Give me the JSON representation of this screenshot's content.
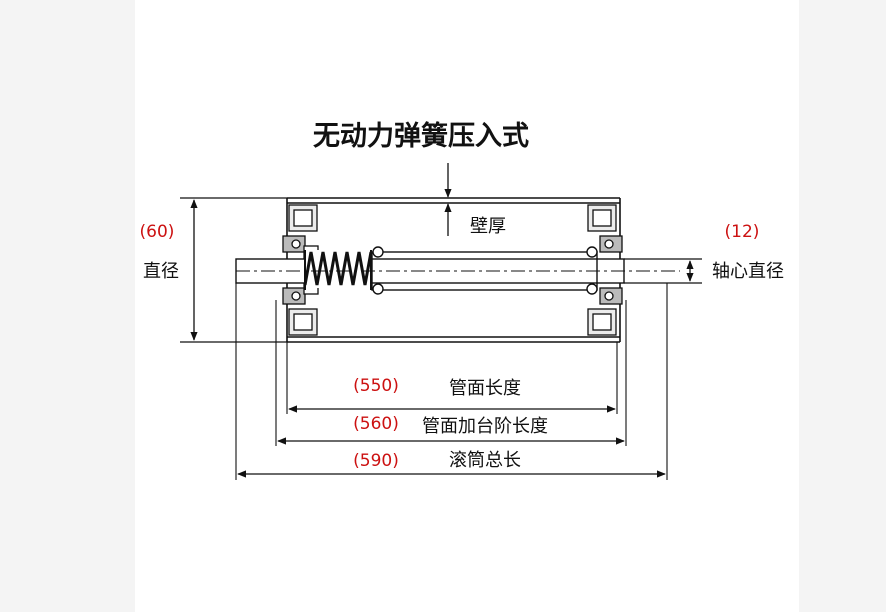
{
  "title": "无动力弹簧压入式",
  "labels": {
    "wall_thickness": "壁厚",
    "diameter": "直径",
    "shaft_diameter": "轴心直径",
    "tube_length": "管面长度",
    "tube_step_length": "管面加台阶长度",
    "total_length": "滚筒总长"
  },
  "values": {
    "diameter": "(60)",
    "shaft_diameter": "(12)",
    "tube_length": "(550)",
    "tube_step_length": "(560)",
    "total_length": "(590)"
  },
  "colors": {
    "value_text": "#cc1111",
    "line": "#111111",
    "background": "#f4f4f4",
    "panel": "#ffffff"
  }
}
